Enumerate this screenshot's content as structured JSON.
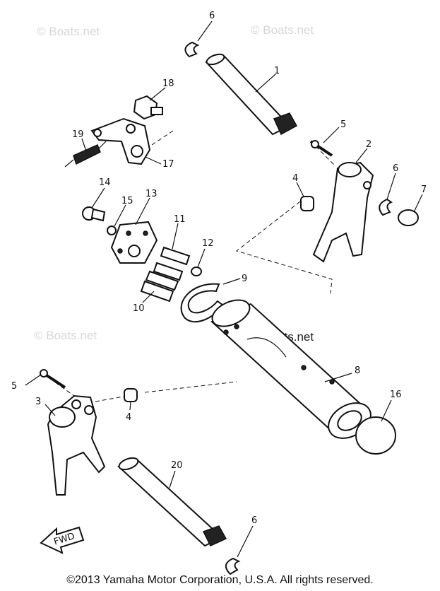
{
  "watermarks": {
    "top_left": "© Boats.net",
    "top_right": "© Boats.net",
    "mid_left": "© Boats.net",
    "center": "© Boats.net"
  },
  "callouts": {
    "shift_shaft_top": "1",
    "shift_fork_2": "2",
    "shift_fork_3": "3",
    "roller_a": "4",
    "roller_b": "4",
    "pin_a": "5",
    "pin_b": "5",
    "circlip_a": "6",
    "circlip_b": "6",
    "circlip_c": "6",
    "bushing": "7",
    "shift_cam": "8",
    "circlip_large": "9",
    "pin_10": "10",
    "pin_11": "11",
    "pin_12": "12",
    "segment_plate": "13",
    "bolt_14": "14",
    "washer_15": "15",
    "cap_16": "16",
    "stopper_lever": "17",
    "bolt_18": "18",
    "spring_19": "19",
    "shift_shaft_bottom": "20"
  },
  "fwd_arrow": {
    "label": "FWD",
    "icon": "fwd-arrow-icon"
  },
  "footer": {
    "copyright": "©2013 Yamaha Motor Corporation, U.S.A. All rights reserved."
  }
}
